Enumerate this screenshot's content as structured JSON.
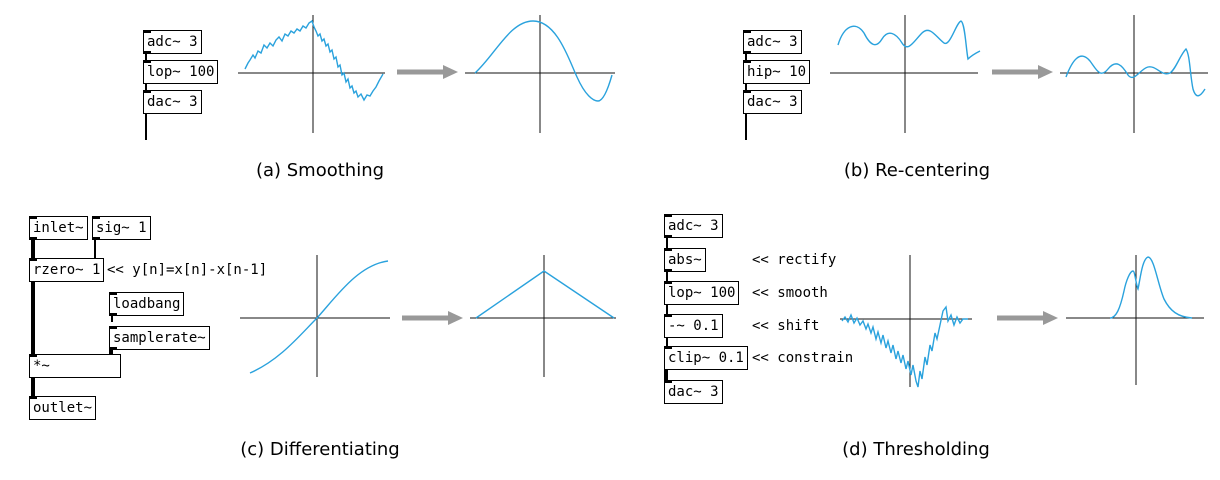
{
  "panels": {
    "a": {
      "caption": "(a) Smoothing",
      "objects": [
        "adc~ 3",
        "lop~ 100",
        "dac~ 3"
      ]
    },
    "b": {
      "caption": "(b) Re-centering",
      "objects": [
        "adc~ 3",
        "hip~ 10",
        "dac~ 3"
      ]
    },
    "c": {
      "caption": "(c) Differentiating",
      "objects": [
        "inlet~",
        "sig~ 1",
        "rzero~ 1",
        "loadbang",
        "samplerate~",
        "*~",
        "outlet~"
      ],
      "comment": "<< y[n]=x[n]-x[n-1]"
    },
    "d": {
      "caption": "(d) Thresholding",
      "objects": [
        "adc~ 3",
        "abs~",
        "lop~ 100",
        "-~ 0.1",
        "clip~ 0.1",
        "dac~ 3"
      ],
      "comments": [
        "<< rectify",
        "<< smooth",
        "<< shift",
        "<< constrain"
      ]
    }
  },
  "colors": {
    "signal": "#2aa2dd",
    "arrow": "#999999",
    "ink": "#000000"
  }
}
